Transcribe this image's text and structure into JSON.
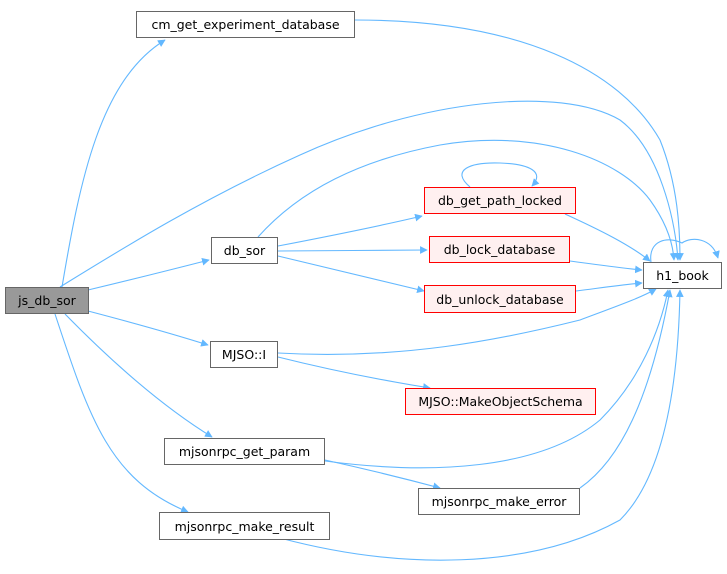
{
  "nodes": {
    "js_db_sor": "js_db_sor",
    "cm_get_experiment_database": "cm_get_experiment_database",
    "db_sor": "db_sor",
    "MJSO_I": "MJSO::I",
    "mjsonrpc_get_param": "mjsonrpc_get_param",
    "mjsonrpc_make_result": "mjsonrpc_make_result",
    "db_get_path_locked": "db_get_path_locked",
    "db_lock_database": "db_lock_database",
    "db_unlock_database": "db_unlock_database",
    "MJSO_MakeObjectSchema": "MJSO::MakeObjectSchema",
    "mjsonrpc_make_error": "mjsonrpc_make_error",
    "h1_book": "h1_book"
  },
  "edges": [
    [
      "js_db_sor",
      "cm_get_experiment_database"
    ],
    [
      "js_db_sor",
      "db_sor"
    ],
    [
      "js_db_sor",
      "MJSO_I"
    ],
    [
      "js_db_sor",
      "mjsonrpc_get_param"
    ],
    [
      "js_db_sor",
      "mjsonrpc_make_result"
    ],
    [
      "js_db_sor",
      "h1_book"
    ],
    [
      "cm_get_experiment_database",
      "h1_book"
    ],
    [
      "db_sor",
      "db_get_path_locked"
    ],
    [
      "db_sor",
      "db_lock_database"
    ],
    [
      "db_sor",
      "db_unlock_database"
    ],
    [
      "db_sor",
      "h1_book"
    ],
    [
      "db_get_path_locked",
      "db_get_path_locked"
    ],
    [
      "db_get_path_locked",
      "h1_book"
    ],
    [
      "db_lock_database",
      "h1_book"
    ],
    [
      "db_unlock_database",
      "h1_book"
    ],
    [
      "MJSO_I",
      "MJSO_MakeObjectSchema"
    ],
    [
      "MJSO_I",
      "h1_book"
    ],
    [
      "mjsonrpc_get_param",
      "mjsonrpc_make_error"
    ],
    [
      "mjsonrpc_get_param",
      "h1_book"
    ],
    [
      "mjsonrpc_make_error",
      "h1_book"
    ],
    [
      "mjsonrpc_make_result",
      "h1_book"
    ],
    [
      "h1_book",
      "h1_book"
    ]
  ]
}
